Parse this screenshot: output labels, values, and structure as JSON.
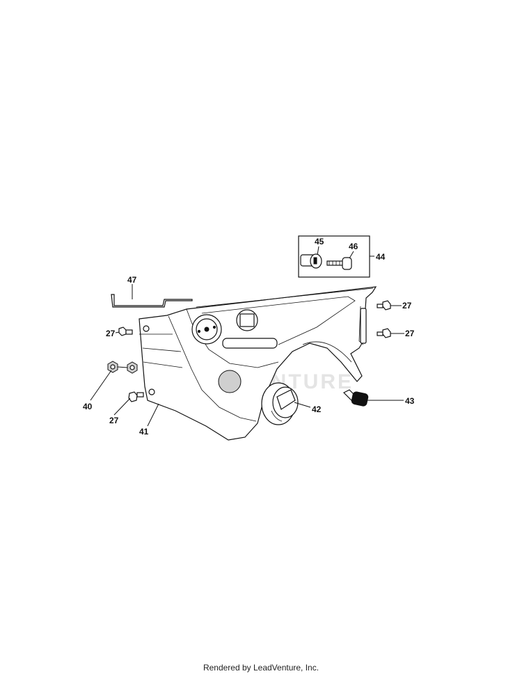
{
  "callouts": {
    "c47": "47",
    "c27a": "27",
    "c27b": "27",
    "c27c": "27",
    "c27d": "27",
    "c40": "40",
    "c41": "41",
    "c42": "42",
    "c43": "43",
    "c44": "44",
    "c45": "45",
    "c46": "46"
  },
  "watermark": "LEADVENTURE",
  "footer": "Rendered by LeadVenture, Inc."
}
